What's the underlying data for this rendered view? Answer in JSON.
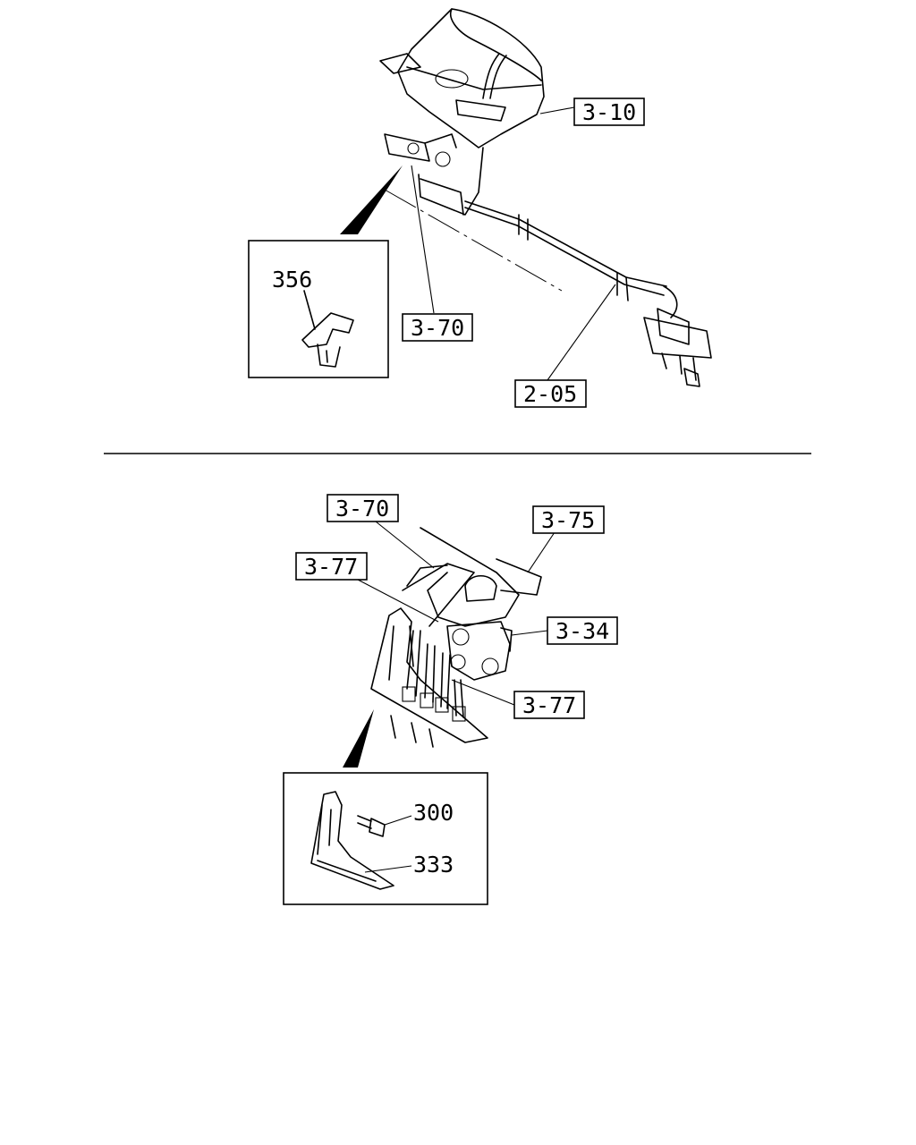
{
  "top_diagram": {
    "callouts": [
      "3-10",
      "3-70",
      "2-05"
    ],
    "detail": {
      "part": "356"
    }
  },
  "bottom_diagram": {
    "callouts": [
      "3-70",
      "3-75",
      "3-77",
      "3-34",
      "3-77"
    ],
    "detail": {
      "parts": [
        "300",
        "333"
      ]
    }
  }
}
